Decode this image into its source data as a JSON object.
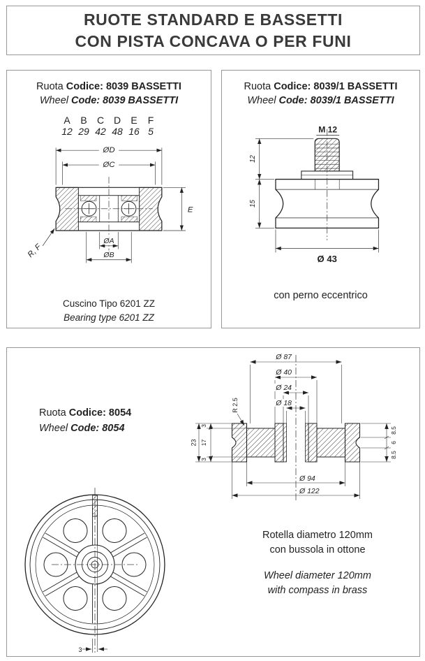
{
  "header": {
    "title_line1": "RUOTE STANDARD E BASSETTI",
    "title_line2": "CON PISTA CONCAVA O PER FUNI"
  },
  "panel_8039": {
    "title_it": {
      "prefix": "Ruota ",
      "bold": "Codice: 8039 BASSETTI"
    },
    "title_en": {
      "prefix": "Wheel ",
      "bold": "Code: 8039 BASSETTI"
    },
    "dims": {
      "headers": [
        "A",
        "B",
        "C",
        "D",
        "E",
        "F"
      ],
      "values": [
        "12",
        "29",
        "42",
        "48",
        "16",
        "5"
      ]
    },
    "labels": {
      "dia_d": "ØD",
      "dia_c": "ØC",
      "dia_a": "ØA",
      "dia_b": "ØB",
      "e": "E",
      "rf": "R, F"
    },
    "caption_it": "Cuscino Tipo 6201 ZZ",
    "caption_en": "Bearing type 6201 ZZ"
  },
  "panel_8039_1": {
    "title_it": {
      "prefix": "Ruota ",
      "bold": "Codice: 8039/1 BASSETTI"
    },
    "title_en": {
      "prefix": "Wheel ",
      "bold": "Code: 8039/1 BASSETTI"
    },
    "labels": {
      "thread": "M 12",
      "height_top": "12",
      "height_bottom": "15",
      "diameter": "Ø 43"
    },
    "caption": "con perno eccentrico"
  },
  "panel_8054": {
    "title_it": {
      "prefix": "Ruota ",
      "bold": "Codice: 8054"
    },
    "title_en": {
      "prefix": "Wheel ",
      "bold": "Code: 8054"
    },
    "section_labels": {
      "dia87": "Ø 87",
      "dia40": "Ø 40",
      "dia24": "Ø 24",
      "dia18": "Ø 18",
      "radius": "R 2.5",
      "h3_top": "3",
      "h17": "17",
      "h3_bottom": "3",
      "h23": "23",
      "f85_top": "8.5",
      "f6": "6",
      "f85_bottom": "8.5",
      "dia94": "Ø 94",
      "dia122": "Ø 122"
    },
    "front_labels": {
      "w3": "3"
    },
    "caption_it_1": "Rotella diametro 120mm",
    "caption_it_2": "con bussola in ottone",
    "caption_en_1": "Wheel diameter 120mm",
    "caption_en_2": "with compass in brass"
  }
}
